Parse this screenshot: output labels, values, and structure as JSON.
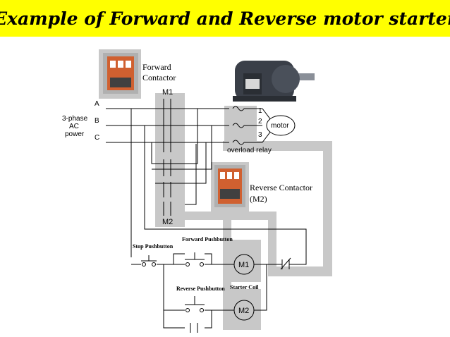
{
  "title": "Example of Forward and Reverse motor starter",
  "colors": {
    "title_bg": "#ffff00",
    "highlight": "#c8c8c8",
    "wire": "#000000"
  },
  "labels": {
    "forward_contactor_line1": "Forward",
    "forward_contactor_line2": "Contactor",
    "m1_top": "M1",
    "phase_a": "A",
    "phase_b": "B",
    "phase_c": "C",
    "power_line1": "3-phase",
    "power_line2": "AC",
    "power_line3": "power",
    "terminal_1": "1",
    "terminal_2": "2",
    "terminal_3": "3",
    "motor": "motor",
    "overload_relay": "overload relay",
    "reverse_contactor_line1": "Reverse Contactor",
    "reverse_contactor_line2": "(M2)",
    "m2_top": "M2",
    "stop_pushbutton": "Stop Pushbutton",
    "forward_pushbutton": "Forward Pushbutton",
    "reverse_pushbutton": "Reverse Pushbutton",
    "starter_coil": "Starter Coil",
    "coil_m1": "M1",
    "coil_m2": "M2"
  },
  "icons": [
    "contactor-photo-icon",
    "motor-photo-icon",
    "coil-icon",
    "overload-contact-icon",
    "pushbutton-icon"
  ]
}
